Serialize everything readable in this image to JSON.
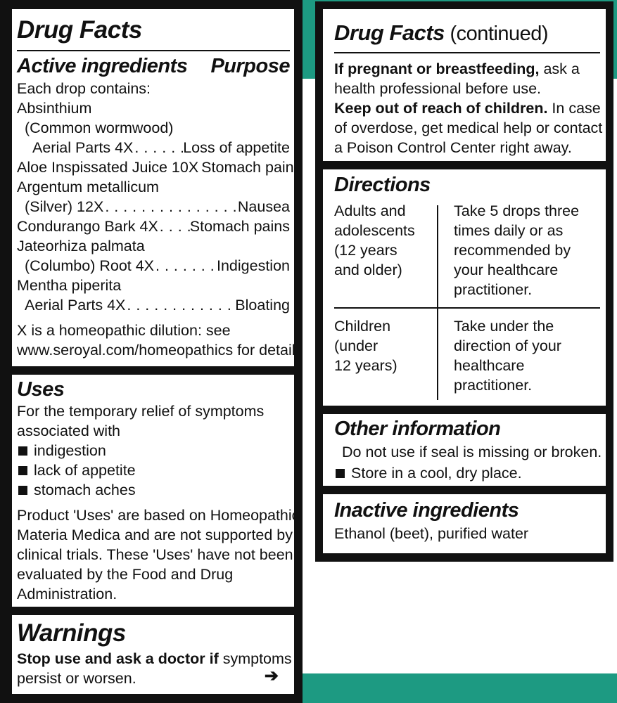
{
  "left": {
    "drug_facts": {
      "title": "Drug Facts",
      "active_heading": "Active ingredients",
      "purpose_heading": "Purpose",
      "each_drop": "Each drop contains:",
      "ingredients": [
        {
          "name_lines": [
            "Absinthium",
            "(Common wormwood)"
          ],
          "last": "Aerial Parts 4X",
          "dots": ". . . . . . . . . .",
          "purpose": "Loss of appetite",
          "indent": 22
        },
        {
          "name_lines": [],
          "last": "Aloe Inspissated Juice 10X",
          "dots": ". . . . .",
          "purpose": "Stomach pains",
          "indent": 0
        },
        {
          "name_lines": [
            "Argentum metallicum"
          ],
          "last": "(Silver) 12X",
          "dots": ". . . . . . . . . . . . . . . . . . . . . . . . .",
          "purpose": "Nausea",
          "indent": 11
        },
        {
          "name_lines": [],
          "last": "Condurango Bark 4X",
          "dots": ". . . . . .",
          "purpose": "Stomach pains",
          "indent": 0
        },
        {
          "name_lines": [
            "Jateorhiza palmata"
          ],
          "last": "(Columbo) Root 4X",
          "dots": ". . . . . . . . . . . . .",
          "purpose": "Indigestion",
          "indent": 11
        },
        {
          "name_lines": [
            "Mentha piperita"
          ],
          "last": "Aerial Parts 4X",
          "dots": ". . . . . . . . . . . . . . . . . . .",
          "purpose": "Bloating",
          "indent": 11
        }
      ],
      "note_lines": [
        "X is a homeopathic dilution: see",
        "www.seroyal.com/homeopathics for details."
      ]
    },
    "uses": {
      "title": "Uses",
      "intro_lines": [
        "For the temporary relief of symptoms",
        "associated with"
      ],
      "bullets": [
        "indigestion",
        "lack of appetite",
        "stomach aches"
      ],
      "disclaimer_lines": [
        "Product 'Uses' are based on Homeopathic",
        "Materia Medica and are not supported by",
        "clinical trials. These 'Uses' have not been",
        "evaluated by the Food and Drug",
        "Administration."
      ]
    },
    "warnings": {
      "title": "Warnings",
      "line1_bold": "Stop use and ask a doctor if",
      "line1_rest": " symptoms",
      "line2": "persist or worsen.",
      "arrow": "➔"
    }
  },
  "right": {
    "continued": {
      "title": "Drug Facts",
      "title_suffix": " (continued)",
      "pregnant_bold": "If pregnant or breastfeeding,",
      "pregnant_rest": " ask a",
      "pregnant_line2": "health professional before use.",
      "keep_bold": "Keep out of reach of children.",
      "keep_rest": " In case",
      "keep_line2": "of overdose, get medical help or contact",
      "keep_line3": "a Poison Control Center right away."
    },
    "directions": {
      "title": "Directions",
      "rows": [
        {
          "who_lines": [
            "Adults and",
            "adolescents",
            "(12 years",
            "and older)"
          ],
          "what_lines": [
            "Take 5 drops three",
            "times daily or as",
            "recommended by",
            "your healthcare",
            "practitioner."
          ]
        },
        {
          "who_lines": [
            "Children",
            "(under",
            "12 years)"
          ],
          "what_lines": [
            "Take under the",
            "direction of your",
            "healthcare",
            "practitioner."
          ]
        }
      ]
    },
    "other": {
      "title": "Other information",
      "bullets": [
        "Do not use if seal is missing or broken.",
        "Store in a cool, dry place."
      ]
    },
    "inactive": {
      "title": "Inactive ingredients",
      "text": "Ethanol (beet), purified water"
    }
  }
}
